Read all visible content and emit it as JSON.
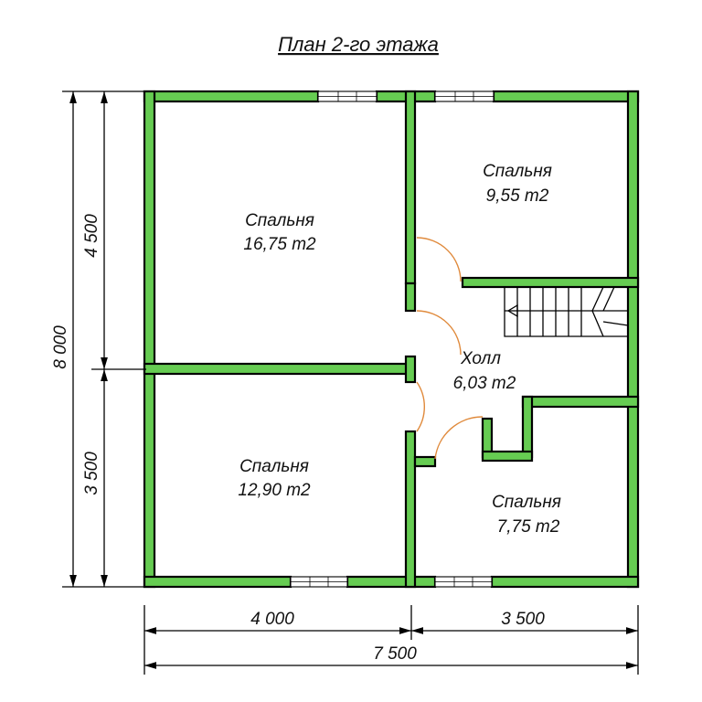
{
  "title": "План 2-го этажа",
  "rooms": [
    {
      "name": "Спальня",
      "area": "16,75 m2"
    },
    {
      "name": "Спальня",
      "area": "9,55 m2"
    },
    {
      "name": "Холл",
      "area": "6,03 m2"
    },
    {
      "name": "Спальня",
      "area": "12,90 m2"
    },
    {
      "name": "Спальня",
      "area": "7,75 m2"
    }
  ],
  "dimensions": {
    "left_total": "8 000",
    "left_top": "4 500",
    "left_bottom": "3 500",
    "bottom_left": "4 000",
    "bottom_right": "3 500",
    "bottom_total": "7 500"
  },
  "colors": {
    "wall": "#66cc52",
    "door_arc": "#e08a3c"
  }
}
